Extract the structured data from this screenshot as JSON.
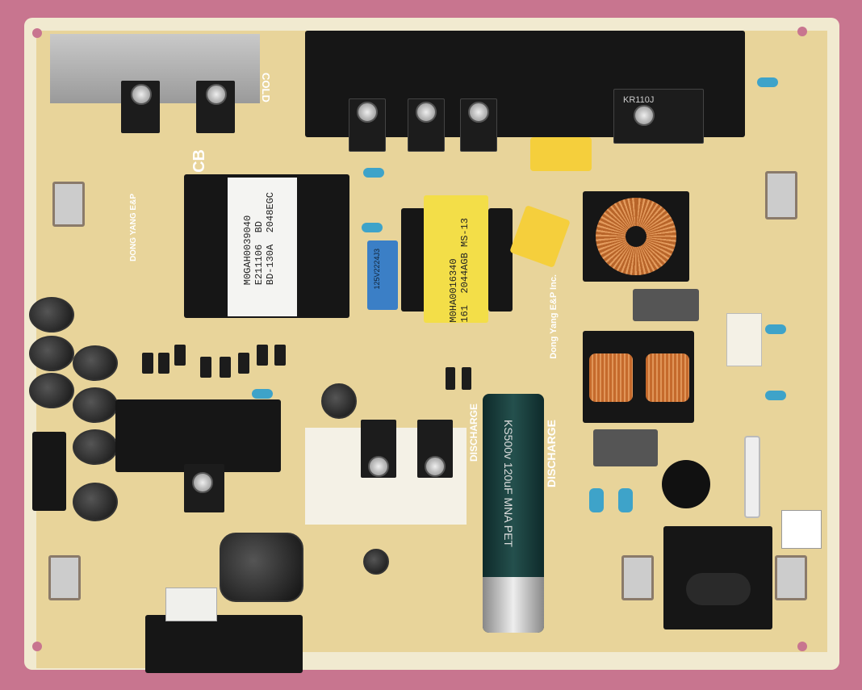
{
  "board": {
    "silkscreen_cold": "COLD",
    "silkscreen_cb": "CB",
    "discharge_1": "DISCHARGE",
    "discharge_2": "DISCHARGE",
    "maker": "Dong Yang E&P Inc.",
    "dong_yang_logo": "DONG YANG E&P"
  },
  "transformer_main": {
    "line1": "M0GAH0039040",
    "line2": "E211106  BD",
    "line3": "BD-130A  2048EGC"
  },
  "transformer_standby": {
    "line1": "M0HA0016340",
    "line2": "161  2044AGB MS-13"
  },
  "bulk_capacitor": {
    "label": "KS500v 120uF MNA PET"
  },
  "bridge_rectifier": {
    "label": "KR110J"
  },
  "film_cap_blue": {
    "label": "125V2224J3"
  },
  "colors": {
    "background": "#c8758f",
    "pcb": "#e8d49a",
    "component_black": "#161616"
  }
}
